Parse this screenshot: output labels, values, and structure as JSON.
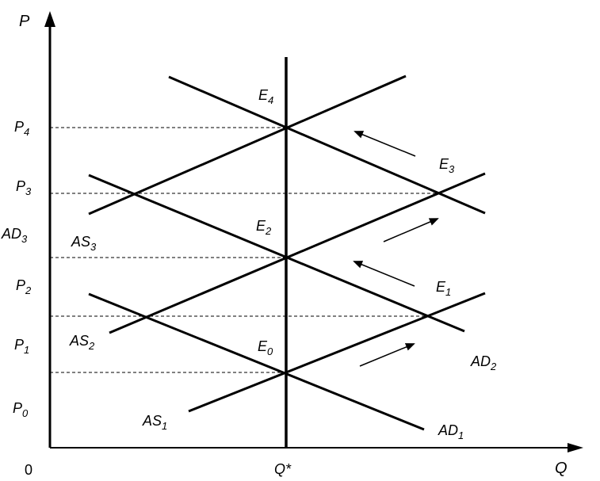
{
  "axes": {
    "y_label": "P",
    "x_label": "Q",
    "origin": "0",
    "q_star": "Q*"
  },
  "price_levels": [
    {
      "base": "P",
      "sub": "0"
    },
    {
      "base": "P",
      "sub": "1"
    },
    {
      "base": "P",
      "sub": "2"
    },
    {
      "base": "P",
      "sub": "3"
    },
    {
      "base": "P",
      "sub": "4"
    }
  ],
  "curves": {
    "as1": {
      "base": "AS",
      "sub": "1"
    },
    "as2": {
      "base": "AS",
      "sub": "2"
    },
    "as3": {
      "base": "AS",
      "sub": "3"
    },
    "ad1": {
      "base": "AD",
      "sub": "1"
    },
    "ad2": {
      "base": "AD",
      "sub": "2"
    },
    "ad3": {
      "base": "AD",
      "sub": "3"
    }
  },
  "equilibria": [
    {
      "base": "E",
      "sub": "0"
    },
    {
      "base": "E",
      "sub": "1"
    },
    {
      "base": "E",
      "sub": "2"
    },
    {
      "base": "E",
      "sub": "3"
    },
    {
      "base": "E",
      "sub": "4"
    }
  ]
}
